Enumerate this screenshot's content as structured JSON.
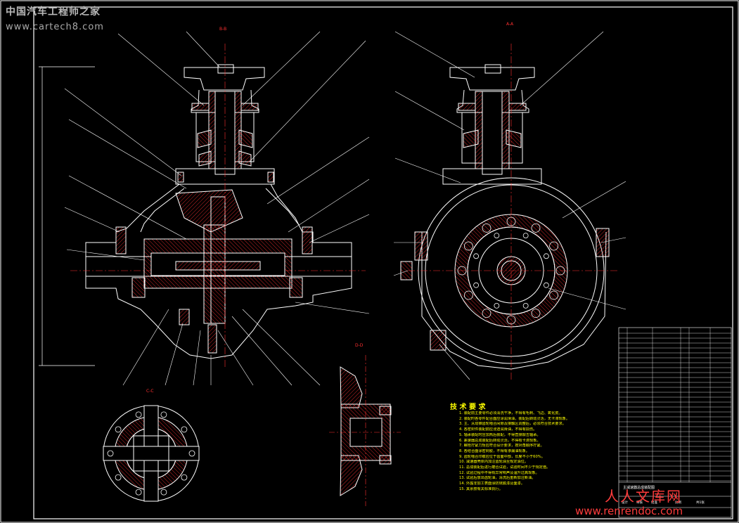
{
  "watermark": {
    "title": "中国汽车工程师之家",
    "url": "www.cartech8.com"
  },
  "technical_requirements": {
    "title": "技 术 要 求",
    "items": [
      "1. 装配前主要零件必须清洗干净，不得有毛刺、飞边、氧化皮。",
      "2. 装配时各零件配合面应涂润滑油，装配后转动灵活，无卡滞现象。",
      "3. 主、从动锥齿轮啮合间隙及接触区调整后，必须符合技术要求。",
      "4. 各密封件装配前应浸透润滑油，不得有损伤。",
      "5. 轴承装配时应加热后装配，不得直接敲击轴承。",
      "6. 差速器总成装配后转动灵活，不得有卡滞现象。",
      "7. 螺栓拧紧力矩应符合设计要求，按对角顺序拧紧。",
      "8. 各结合面涂密封胶，不得有渗漏油现象。",
      "9. 齿轮啮合印痕应位于齿面中部，长度不小于60%。",
      "10. 减速器壳体内加注齿轮油至规定油位。",
      "11. 总成装配后进行磨合试验，试验时间不少于规定值。",
      "12. 试验过程中不得有异常响声及温升过高现象。",
      "13. 试验后放出齿轮油，清洗后重新加注新油。",
      "14. 外露非加工表面涂防锈底漆及面漆。",
      "15. 其余按有关标准执行。"
    ]
  },
  "section_labels": {
    "front": "B-B",
    "side": "A-A",
    "bottom_left": "C-C",
    "bottom_mid": "D-D"
  },
  "title_block": {
    "drawing_name": "主减速器总成装配图",
    "designer": "设计",
    "checker": "审核",
    "approver": "批准",
    "scale": "比例",
    "sheet": "共1张"
  },
  "bottom_watermark": {
    "title": "人人文库网",
    "url": "www.renrendoc.com"
  },
  "colors": {
    "outline": "#ffffff",
    "leader": "#ffffff",
    "hatch": "#ff3030",
    "center": "#ff3030",
    "part_no": "#ffff00",
    "notes": "#ffff00"
  }
}
